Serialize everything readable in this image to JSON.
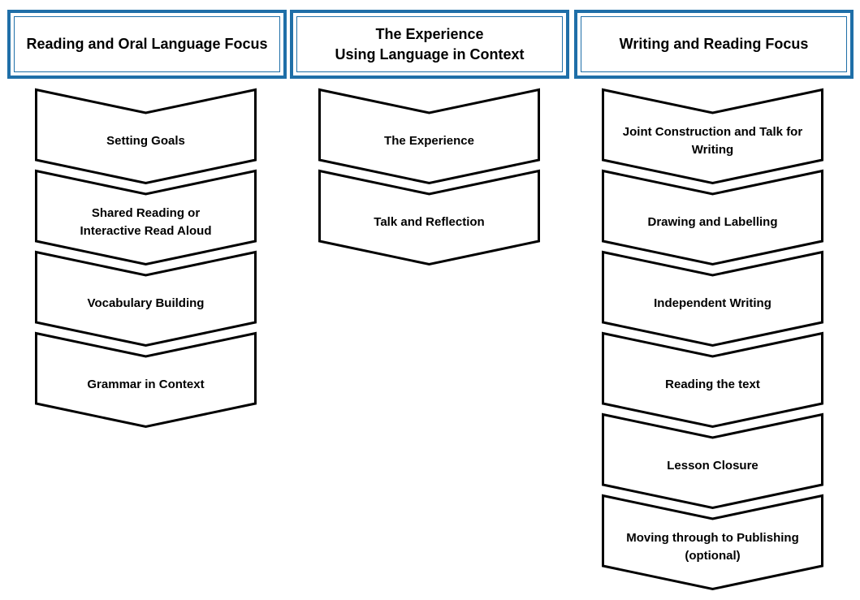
{
  "colors": {
    "header_border": "#1f6fa8",
    "chevron_stroke": "#000000",
    "chevron_fill": "#ffffff"
  },
  "columns": [
    {
      "title": "Reading and Oral Language Focus",
      "steps": [
        {
          "label": "Setting Goals"
        },
        {
          "label": "Shared Reading or\nInteractive Read Aloud"
        },
        {
          "label": "Vocabulary Building"
        },
        {
          "label": "Grammar in Context"
        }
      ]
    },
    {
      "title": "The Experience\nUsing Language in Context",
      "steps": [
        {
          "label": "The Experience"
        },
        {
          "label": "Talk and Reflection"
        }
      ]
    },
    {
      "title": "Writing and Reading Focus",
      "steps": [
        {
          "label": "Joint Construction and Talk for\nWriting"
        },
        {
          "label": "Drawing and Labelling"
        },
        {
          "label": "Independent Writing"
        },
        {
          "label": "Reading the text"
        },
        {
          "label": "Lesson Closure"
        },
        {
          "label": "Moving through to Publishing\n(optional)"
        }
      ]
    }
  ]
}
